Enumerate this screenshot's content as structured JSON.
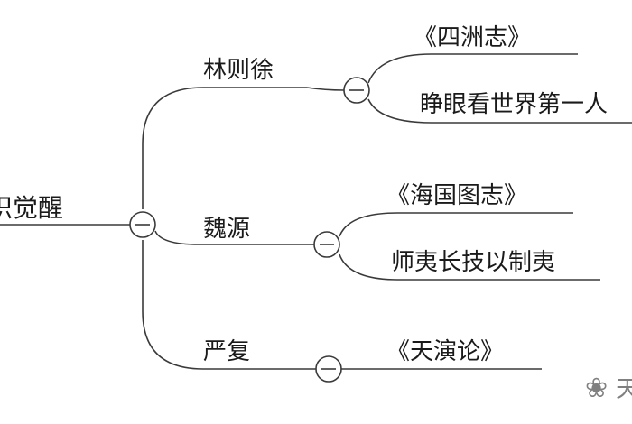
{
  "mindmap": {
    "root": {
      "label": "识觉醒"
    },
    "branches": [
      {
        "label": "林则徐",
        "children": [
          "《四洲志》",
          "睁眼看世界第一人"
        ]
      },
      {
        "label": "魏源",
        "children": [
          "《海国图志》",
          "师夷长技以制夷"
        ]
      },
      {
        "label": "严复",
        "children": [
          "《天演论》"
        ]
      }
    ],
    "collapse_symbol": "−"
  },
  "watermark": {
    "glyph": "❀",
    "text": "天"
  },
  "colors": {
    "line": "#3a3a3a",
    "text": "#1a1a1a",
    "background": "#ffffff"
  }
}
